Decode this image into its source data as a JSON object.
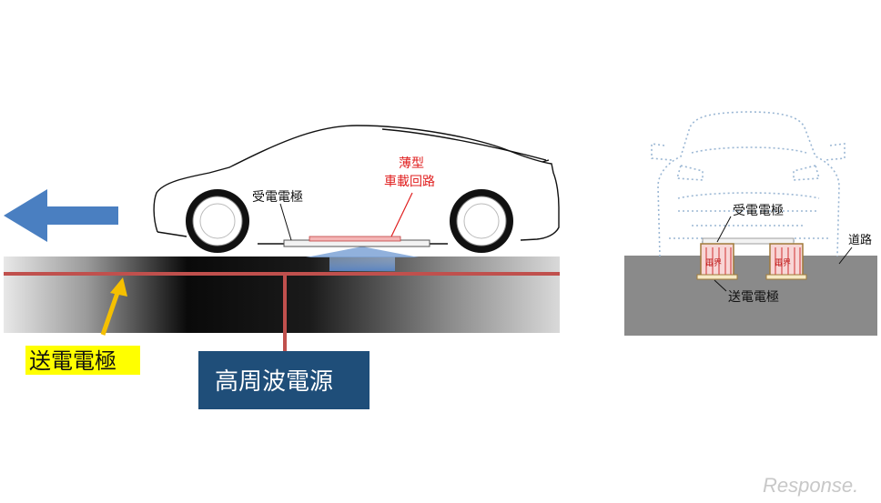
{
  "left_diagram": {
    "label_receiver": "受電電極",
    "label_circuit_line1": "薄型",
    "label_circuit_line2": "車載回路",
    "label_transmitter": "送電電極",
    "label_power_source": "高周波電源"
  },
  "right_diagram": {
    "label_receiver": "受電電極",
    "label_road": "道路",
    "label_transmitter": "送電電極",
    "field_label": "電界"
  },
  "watermark": {
    "text": "Response."
  },
  "colors": {
    "arrow_blue": "#4a7fc1",
    "red_line": "#c0504d",
    "label_red": "#e02020",
    "yellow_arrow": "#f5c000",
    "highlight_yellow": "#ffff00",
    "power_box": "#1f4e79",
    "road_gray": "#8a8a8a",
    "dotted_car": "#9bb7d4"
  }
}
